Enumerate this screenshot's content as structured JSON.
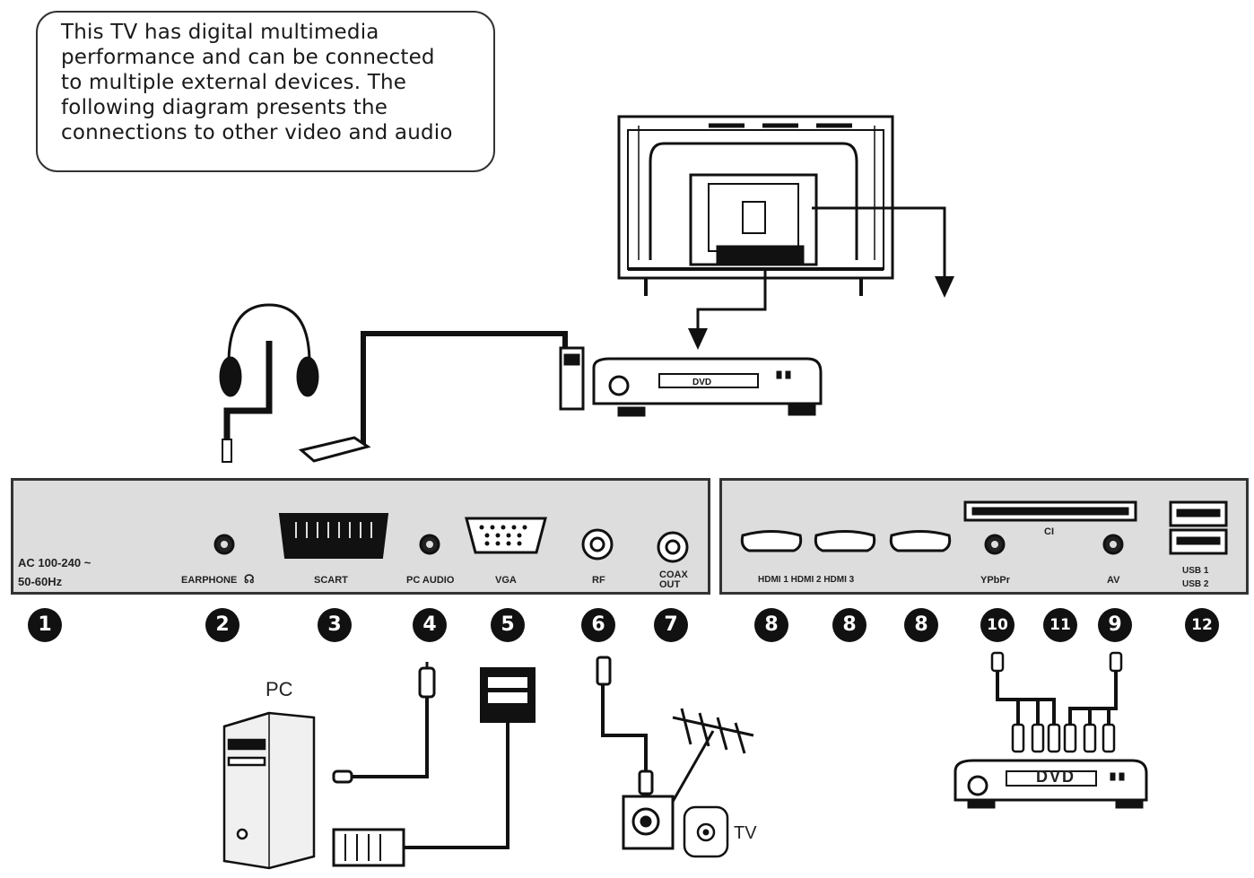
{
  "intro": {
    "lines": [
      "This TV has digital multimedia",
      "performance and can be connected",
      "to multiple external devices. The",
      "following diagram presents the",
      "connections to other video and audio"
    ]
  },
  "left_panel": {
    "ac_line1": "AC 100-240 ~",
    "ac_line2": "50-60Hz",
    "earphone": "EARPHONE",
    "scart": "SCART",
    "pc_audio": "PC AUDIO",
    "vga": "VGA",
    "rf": "RF",
    "coax_line1": "COAX",
    "coax_line2": "OUT"
  },
  "right_panel": {
    "hdmi": "HDMI 1 HDMI 2 HDMI 3",
    "ci": "CI",
    "ypbpr": "YPbPr",
    "av": "AV",
    "usb1": "USB 1",
    "usb2": "USB 2"
  },
  "numbers": {
    "n1": "1",
    "n2": "2",
    "n3": "3",
    "n4": "4",
    "n5": "5",
    "n6": "6",
    "n7": "7",
    "n8a": "8",
    "n8b": "8",
    "n8c": "8",
    "n10": "10",
    "n11": "11",
    "n9": "9",
    "n12": "12"
  },
  "captions": {
    "pc": "PC",
    "tv": "TV",
    "dvd_bottom": "DVD",
    "dvd_top": "DVD"
  }
}
